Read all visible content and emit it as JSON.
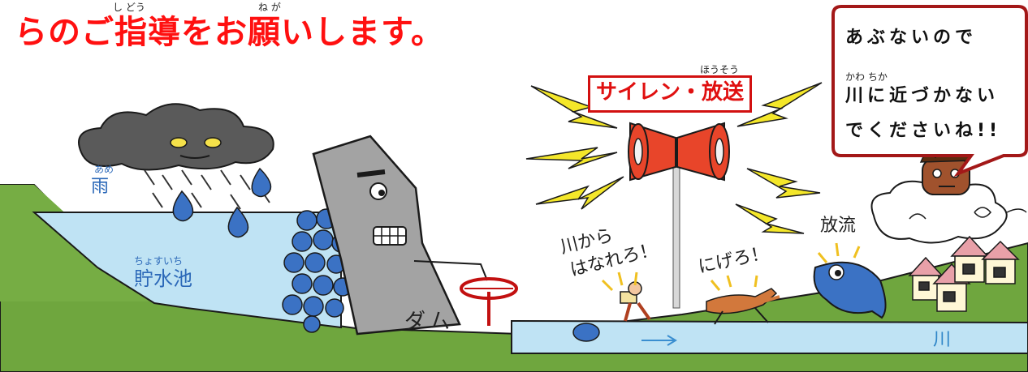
{
  "headline": {
    "text": "らのご指導をお願いします。",
    "ruby_shidou": "し どう",
    "ruby_nega": "ね が"
  },
  "siren": {
    "label": "サイレン・放送",
    "ruby": "ほうそう"
  },
  "speech": {
    "line1": "あぶないので",
    "ruby": "かわ  ちか",
    "line2": "川に近づかない",
    "line3": "でくださいね!!"
  },
  "scene_labels": {
    "rain_ruby": "あめ",
    "rain": "雨",
    "reservoir_ruby": "ちょすいち",
    "reservoir": "貯水池",
    "dam": "ダム",
    "shout1_line1": "川から",
    "shout1_line2": "はなれろ！",
    "shout2": "にげろ！",
    "discharge": "放流",
    "river": "川"
  },
  "colors": {
    "headline": "#ff1010",
    "siren_label": "#e01010",
    "water": "#bfe3f4",
    "grass": "#6fa63e",
    "dam": "#a3a3a3",
    "megaphone": "#e8452a",
    "lightning": "#f4e72a",
    "drop": "#3b72c4",
    "label_blue": "#2b68b8"
  },
  "icons": [
    "storm-cloud-icon",
    "raindrop-icon",
    "dam-character-icon",
    "valve-wheel-icon",
    "siren-megaphone-icon",
    "lightning-icon",
    "mascot-on-cloud-icon",
    "house-icon",
    "deer-icon",
    "fleeing-person-icon",
    "fish-icon"
  ]
}
